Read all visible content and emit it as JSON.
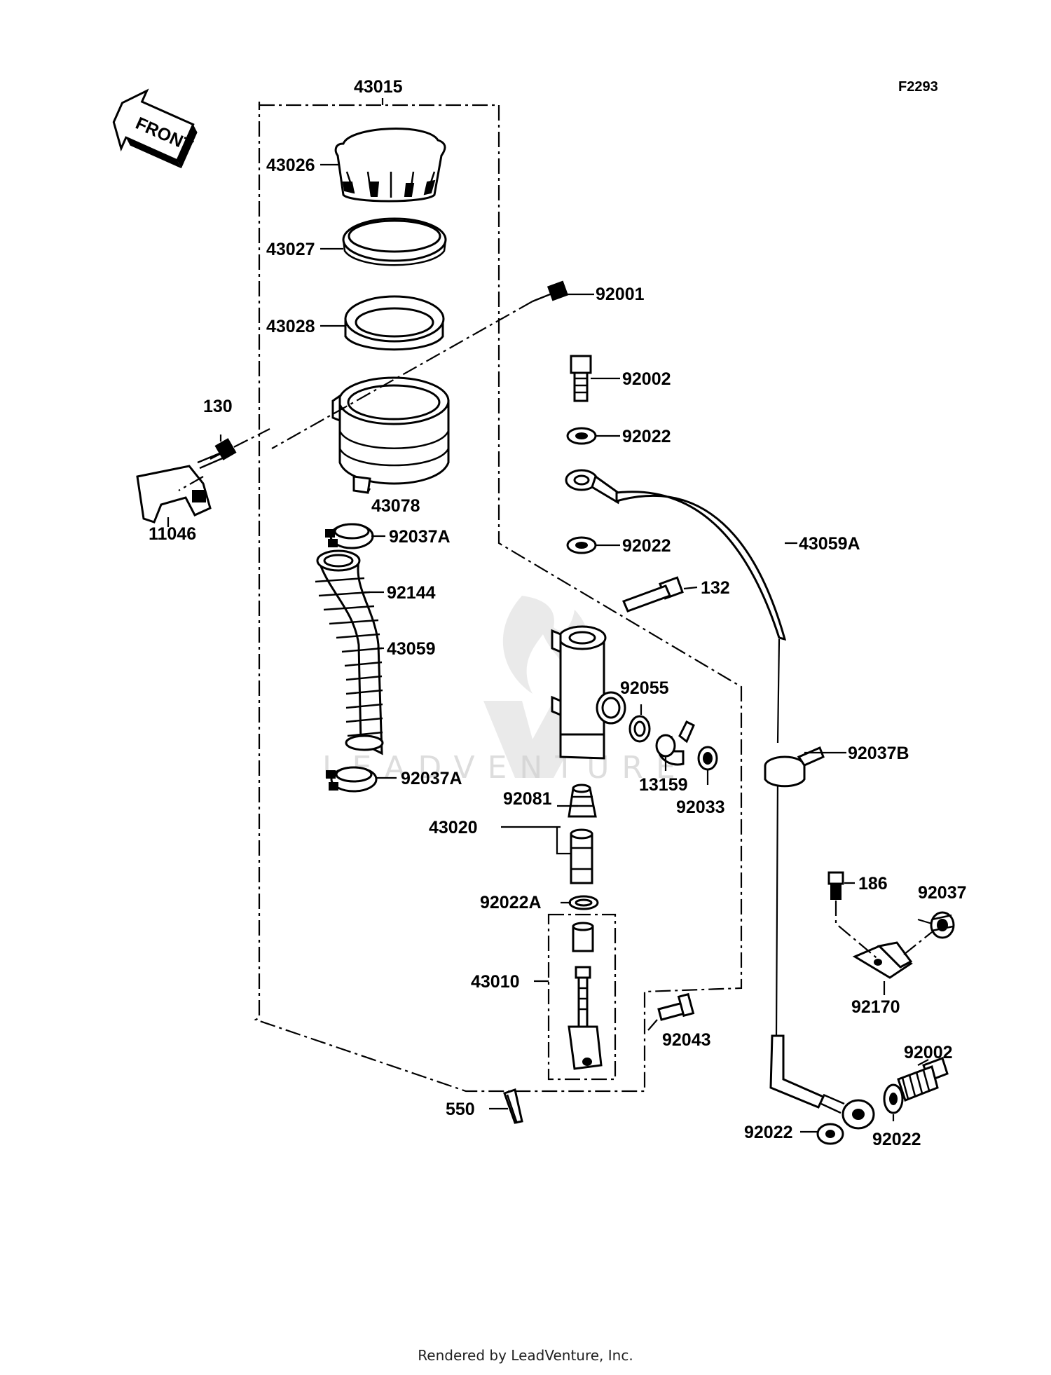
{
  "diagram_code": "F2293",
  "front_label": "FRONT",
  "watermark_text": "LEADVENTURE",
  "footer": "Rendered by LeadVenture, Inc.",
  "labels": {
    "p43015": "43015",
    "p43026": "43026",
    "p43027": "43027",
    "p43028": "43028",
    "p43078": "43078",
    "p92001": "92001",
    "p92002a": "92002",
    "p92022a": "92022",
    "p92022b": "92022",
    "p43059A": "43059A",
    "p130": "130",
    "p11046": "11046",
    "p92037Aa": "92037A",
    "p92144": "92144",
    "p43059": "43059",
    "p132": "132",
    "p92055": "92055",
    "p13159": "13159",
    "p92033": "92033",
    "p92037B": "92037B",
    "p92037Ab": "92037A",
    "p92081": "92081",
    "p43020": "43020",
    "p92022A": "92022A",
    "p186": "186",
    "p92037": "92037",
    "p92170": "92170",
    "p43010": "43010",
    "p92043": "92043",
    "p92002b": "92002",
    "p550": "550",
    "p92022c": "92022",
    "p92022d": "92022"
  }
}
